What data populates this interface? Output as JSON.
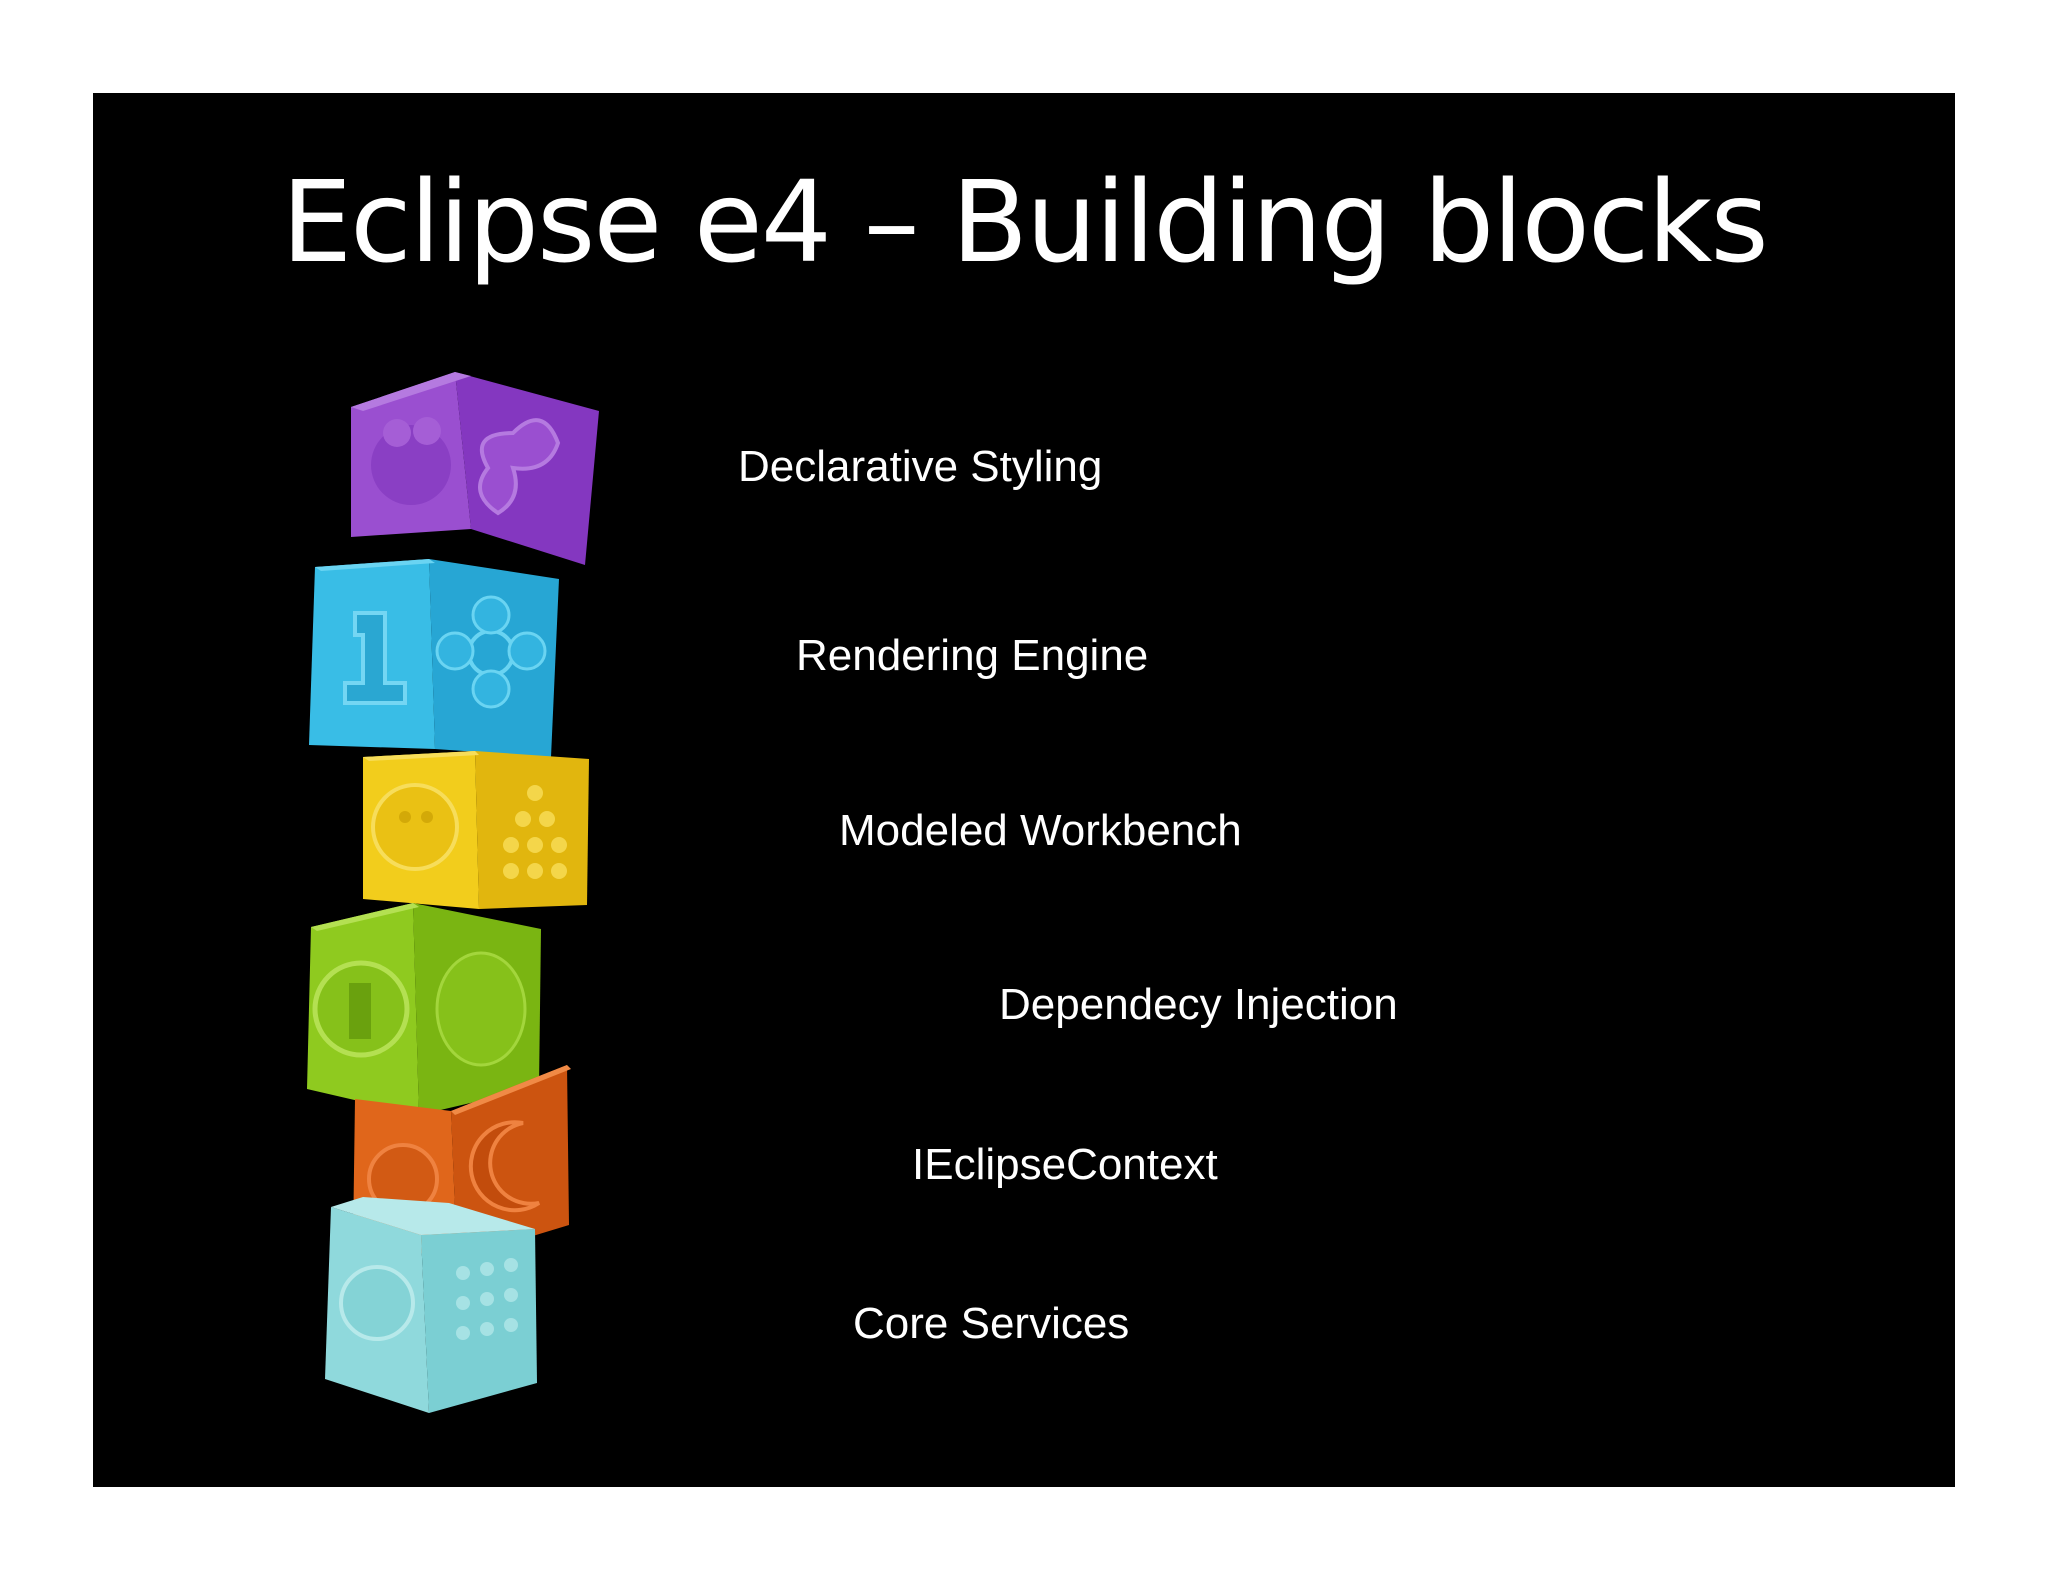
{
  "slide": {
    "title": "Eclipse e4 – Building blocks",
    "layers": [
      {
        "label": "Declarative Styling",
        "block_color": "#9a4fd0",
        "block_icon": "bear-and-butterfly-icon"
      },
      {
        "label": "Rendering Engine",
        "block_color": "#39bde6",
        "block_icon": "number-one-and-flower-icon"
      },
      {
        "label": "Modeled Workbench",
        "block_color": "#f2cd1c",
        "block_icon": "lion-and-dots-icon"
      },
      {
        "label": "Dependecy Injection",
        "block_color": "#8fca1f",
        "block_icon": "number-one-icon"
      },
      {
        "label": "IEclipseContext",
        "block_color": "#e0661b",
        "block_icon": "moon-icon"
      },
      {
        "label": "Core Services",
        "block_color": "#8fd9dc",
        "block_icon": "clock-and-dots-icon"
      }
    ]
  }
}
